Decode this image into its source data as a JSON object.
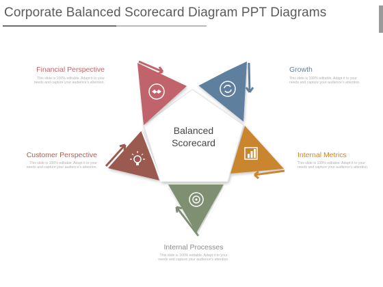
{
  "title": "Corporate Balanced Scorecard Diagram PPT Diagrams",
  "center": {
    "line1": "Balanced",
    "line2": "Scorecard"
  },
  "colors": {
    "financial": "#c0636b",
    "growth": "#5f7f9f",
    "metrics": "#c9862f",
    "processes": "#7f8f72",
    "customer": "#9a5a4f",
    "financial_label": "#c0636b",
    "growth_label": "#5f7f9f",
    "metrics_label": "#c9862f",
    "processes_label": "#8a8a8a",
    "customer_label": "#b35c4e"
  },
  "items": {
    "financial": {
      "label": "Financial Perspective",
      "desc": "This slide is 100% editable. Adapt it to your needs and capture your audience's attention.",
      "icon": "handshake-icon"
    },
    "growth": {
      "label": "Growth",
      "desc": "This slide is 100% editable. Adapt it to your needs and capture your audience's attention.",
      "icon": "refresh-icon"
    },
    "metrics": {
      "label": "Internal Metrics",
      "desc": "This slide is 100% editable. Adapt it to your needs and capture your audience's attention.",
      "icon": "bar-chart-icon"
    },
    "processes": {
      "label": "Internal Processes",
      "desc": "This slide is 100% editable. Adapt it to your needs and capture your audience's attention.",
      "icon": "target-icon"
    },
    "customer": {
      "label": "Customer Perspective",
      "desc": "This slide is 100% editable. Adapt it to your needs and capture your audience's attention.",
      "icon": "lightbulb-icon"
    }
  }
}
